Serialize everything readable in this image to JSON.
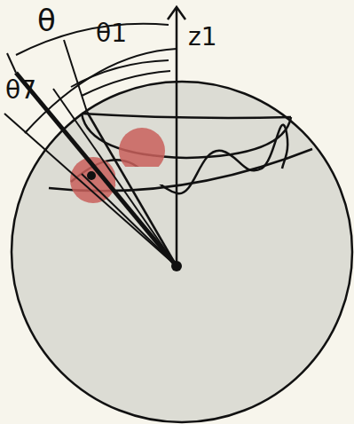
{
  "diagram": {
    "labels": [
      "θ",
      "θ1",
      "z1",
      "θ7"
    ]
  }
}
